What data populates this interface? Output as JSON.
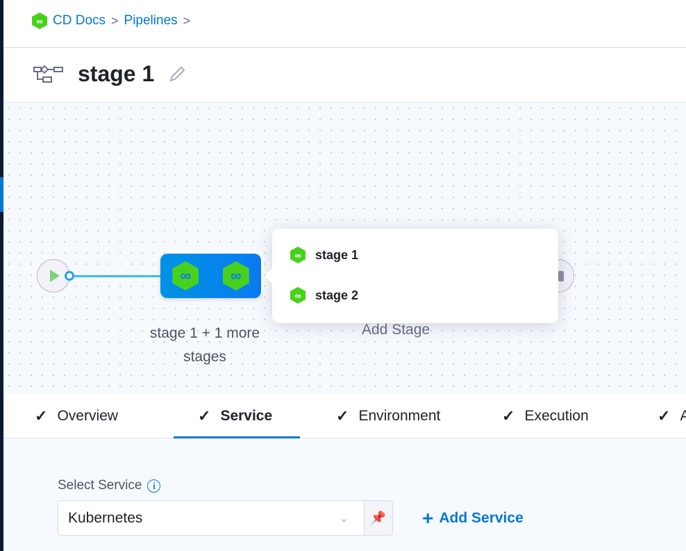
{
  "breadcrumbs": [
    {
      "label": "CD Docs"
    },
    {
      "label": "Pipelines"
    }
  ],
  "breadcrumb_separator": ">",
  "header": {
    "title": "stage 1"
  },
  "canvas": {
    "group_node_label": "stage 1 + 1 more stages",
    "add_stage_label": "Add Stage",
    "popover_items": [
      {
        "label": "stage 1"
      },
      {
        "label": "stage 2"
      }
    ]
  },
  "tabs": [
    {
      "label": "Overview",
      "check": "✓",
      "active": false
    },
    {
      "label": "Service",
      "check": "✓",
      "active": true
    },
    {
      "label": "Environment",
      "check": "✓",
      "active": false
    },
    {
      "label": "Execution",
      "check": "✓",
      "active": false
    },
    {
      "label": "A",
      "check": "✓",
      "active": false
    }
  ],
  "service": {
    "label": "Select Service",
    "info_icon": "i",
    "selected_value": "Kubernetes",
    "add_service_label": "Add Service"
  },
  "colors": {
    "accent": "#0278d5",
    "stage_icon": "#47d11d",
    "node": "#0a7bf0"
  }
}
